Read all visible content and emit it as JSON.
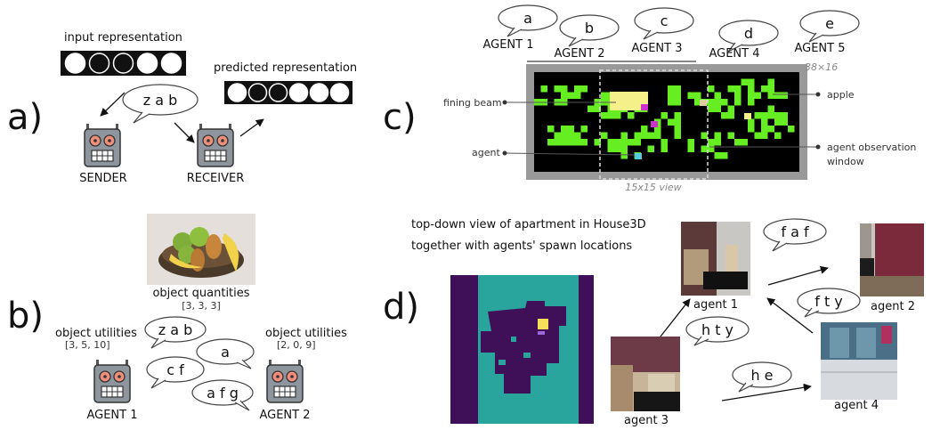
{
  "panels": {
    "a": "a)",
    "b": "b)",
    "c": "c)",
    "d": "d)"
  },
  "panel_a": {
    "input_label": "input representation",
    "predicted_label": "predicted representation",
    "input_cells": [
      0,
      1,
      1,
      0,
      0
    ],
    "predicted_cells": [
      0,
      1,
      1,
      0,
      0,
      0
    ],
    "message": "z a b",
    "sender_label": "SENDER",
    "receiver_label": "RECEIVER"
  },
  "panel_b": {
    "quantities_label": "object quantities",
    "quantities_value": "[3, 3, 3]",
    "utilities1_label": "object utilities",
    "utilities1_value": "[3, 5, 10]",
    "utilities2_label": "object utilities",
    "utilities2_value": "[2, 0, 9]",
    "agent1_label": "AGENT 1",
    "agent2_label": "AGENT 2",
    "messages": [
      "z a b",
      "a",
      "c f",
      "a f g"
    ]
  },
  "panel_c": {
    "agents": [
      {
        "label": "AGENT 1",
        "msg": "a"
      },
      {
        "label": "AGENT 2",
        "msg": "b"
      },
      {
        "label": "AGENT 3",
        "msg": "c"
      },
      {
        "label": "AGENT 4",
        "msg": "d"
      },
      {
        "label": "AGENT 5",
        "msg": "e"
      }
    ],
    "grid_size": "38×16",
    "view_size": "15x15 view",
    "callout_beam": "fining beam",
    "callout_agent": "agent",
    "callout_apple": "apple",
    "callout_window_1": "agent observation",
    "callout_window_2": "window",
    "colors": {
      "apple": "#66ee22",
      "beam": "#f6f08a",
      "agent_purple": "#cc33cc",
      "agent_cyan": "#55ccdd",
      "frame": "#999999"
    }
  },
  "panel_d": {
    "caption_1": "top-down view of apartment in House3D",
    "caption_2": "together with agents' spawn locations",
    "views": [
      "agent 1",
      "agent 2",
      "agent 3",
      "agent 4"
    ],
    "messages": [
      "f a f",
      "f t y",
      "h t y",
      "h e"
    ]
  }
}
